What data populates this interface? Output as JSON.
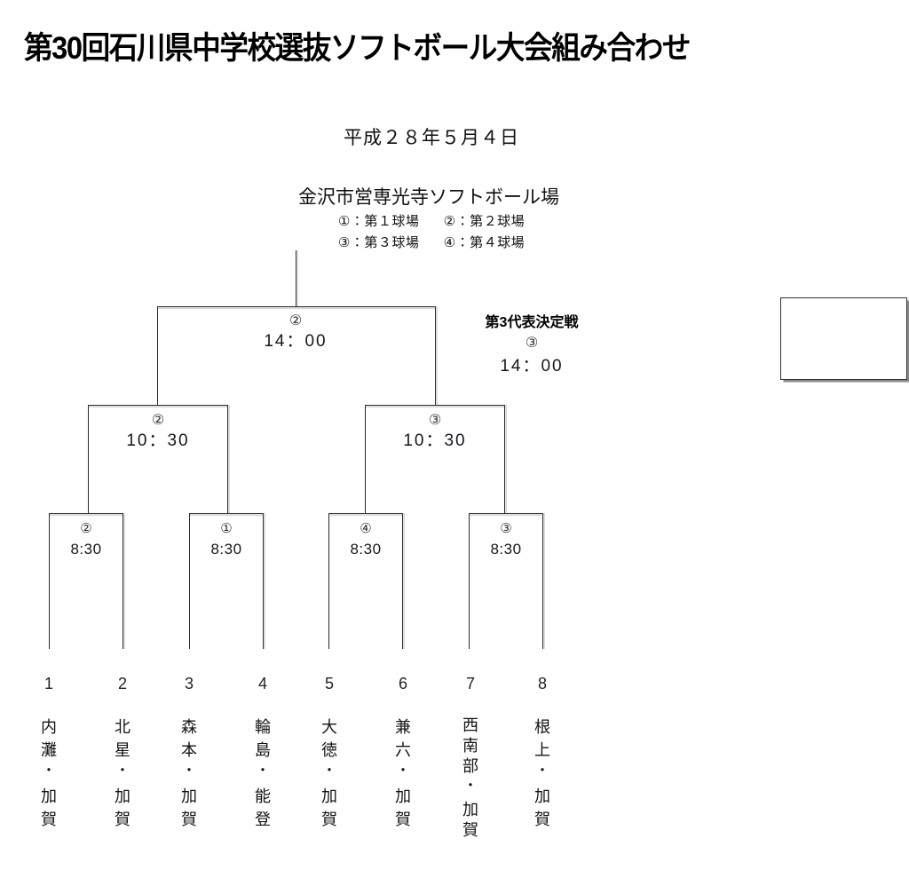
{
  "header": {
    "title": "第30回石川県中学校選抜ソフトボール大会組み合わせ",
    "date": "平成２８年５月４日",
    "venue": "金沢市営専光寺ソフトボール場",
    "field_legend": [
      {
        "mark": "①：第１球場",
        "mark2": "②：第２球場"
      },
      {
        "mark": "③：第３球場",
        "mark2": "④：第４球場"
      }
    ]
  },
  "bracket": {
    "final": {
      "field": "②",
      "time": "14：00"
    },
    "semifinals": [
      {
        "field": "②",
        "time": "10：30"
      },
      {
        "field": "③",
        "time": "10：30"
      }
    ],
    "quarterfinals": [
      {
        "field": "②",
        "time": "8:30"
      },
      {
        "field": "①",
        "time": "8:30"
      },
      {
        "field": "④",
        "time": "8:30"
      },
      {
        "field": "③",
        "time": "8:30"
      }
    ]
  },
  "third_place_match": {
    "title": "第3代表決定戦",
    "field": "③",
    "time": "14：00"
  },
  "seeds": [
    "1",
    "2",
    "3",
    "4",
    "5",
    "6",
    "7",
    "8"
  ],
  "teams": [
    {
      "seed": "1",
      "chars": [
        "内",
        "灘",
        "・",
        "加",
        "賀"
      ],
      "name": "内灘・加賀"
    },
    {
      "seed": "2",
      "chars": [
        "北",
        "星",
        "・",
        "加",
        "賀"
      ],
      "name": "北星・加賀"
    },
    {
      "seed": "3",
      "chars": [
        "森",
        "本",
        "・",
        "加",
        "賀"
      ],
      "name": "森本・加賀"
    },
    {
      "seed": "4",
      "chars": [
        "輪",
        "島",
        "・",
        "能",
        "登"
      ],
      "name": "輪島・能登"
    },
    {
      "seed": "5",
      "chars": [
        "大",
        "徳",
        "・",
        "加",
        "賀"
      ],
      "name": "大徳・加賀"
    },
    {
      "seed": "6",
      "chars": [
        "兼",
        "六",
        "・",
        "加",
        "賀"
      ],
      "name": "兼六・加賀"
    },
    {
      "seed": "7",
      "chars": [
        "西",
        "南",
        "部",
        "・",
        "加",
        "賀"
      ],
      "name": "西南部・加賀"
    },
    {
      "seed": "8",
      "chars": [
        "根",
        "上",
        "・",
        "加",
        "賀"
      ],
      "name": "根上・加賀"
    }
  ],
  "note_box": {
    "text": ""
  },
  "colors": {
    "line": "#2b2b2b",
    "line_shadow": "#b9b9b9",
    "text": "#141414",
    "background": "#ffffff"
  }
}
